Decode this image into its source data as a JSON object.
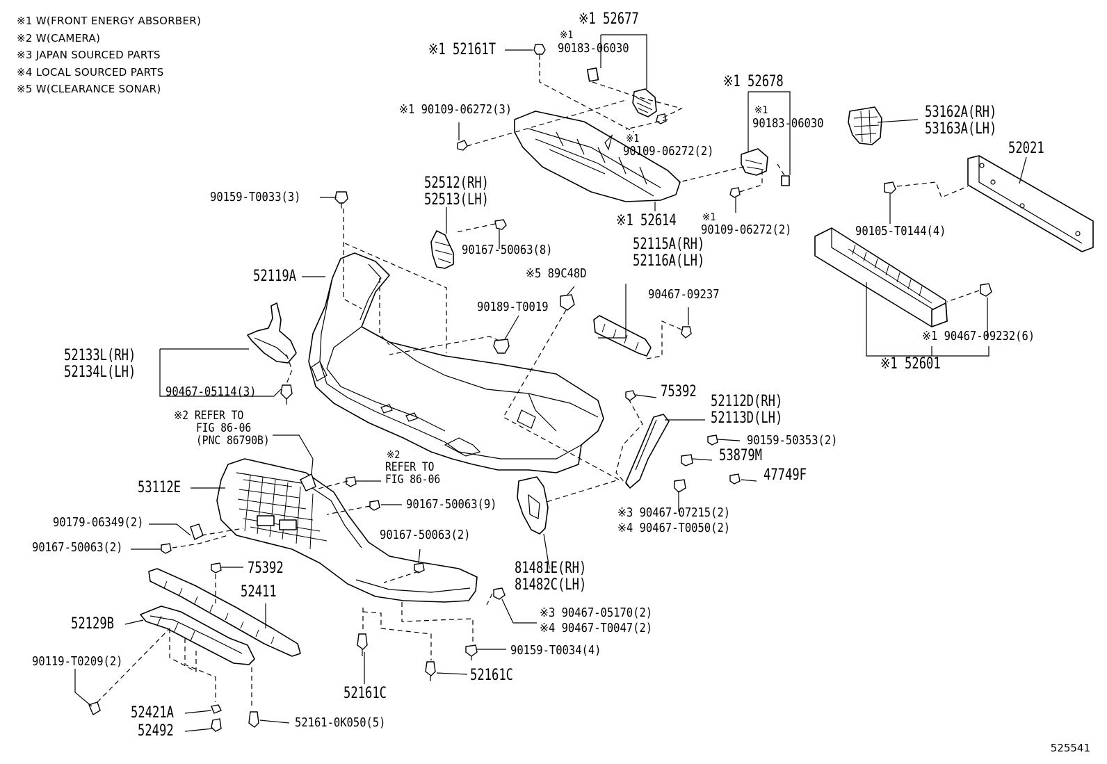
{
  "notes": [
    "※1 W(FRONT ENERGY ABSORBER)",
    "※2 W(CAMERA)",
    "※3 JAPAN SOURCED PARTS",
    "※4 LOCAL SOURCED PARTS",
    "※5 W(CLEARANCE SONAR)"
  ],
  "labels": {
    "p52677": "※1 52677",
    "p52161T": "※1 52161T",
    "pre90183a": "※1",
    "p90183a": "90183-06030",
    "p90109a": "※1 90109-06272(3)",
    "pre90109b": "※1",
    "p90109b": "90109-06272(2)",
    "p52678": "※1 52678",
    "pre90183b": "※1",
    "p90183b": "90183-06030",
    "pre90109c": "※1",
    "p90109c": "90109-06272(2)",
    "p52614": "※1 52614",
    "p53162A": "53162A(RH)",
    "p53163A": "53163A(LH)",
    "p52021": "52021",
    "p90105": "90105-T0144(4)",
    "p90467_09232": "※1 90467-09232(6)",
    "p52601": "※1 52601",
    "p90159_T0033": "90159-T0033(3)",
    "p52512": "52512(RH)",
    "p52513": "52513(LH)",
    "p90167_8": "90167-50063(8)",
    "p52115A": "52115A(RH)",
    "p52116A": "52116A(LH)",
    "p90467_09237": "90467-09237",
    "p52119A": "52119A",
    "p89C48D": "※5 89C48D",
    "p90189": "90189-T0019",
    "p52133L": "52133L(RH)",
    "p52134L": "52134L(LH)",
    "p90467_05114": "90467-05114(3)",
    "p75392a": "75392",
    "p52112D": "52112D(RH)",
    "p52113D": "52113D(LH)",
    "p90159_50353": "90159-50353(2)",
    "p53879M": "53879M",
    "p47749F": "47749F",
    "ref1a": "※2 REFER TO",
    "ref1b": "FIG 86-06",
    "ref1c": "(PNC 86790B)",
    "ref2a": "※2",
    "ref2b": "REFER TO",
    "ref2c": "FIG 86-06",
    "p53112E": "53112E",
    "p90167_9": "90167-50063(9)",
    "p90179": "90179-06349(2)",
    "p90167_2a": "90167-50063(2)",
    "p90167_2b": "90167-50063(2)",
    "p90467_07215": "※3 90467-07215(2)",
    "p90467_T0050": "※4 90467-T0050(2)",
    "p81481E": "81481E(RH)",
    "p81482C": "81482C(LH)",
    "p75392b": "75392",
    "p52411": "52411",
    "p52129B": "52129B",
    "p90467_05170": "※3 90467-05170(2)",
    "p90467_T0047": "※4 90467-T0047(2)",
    "p90159_T0034": "90159-T0034(4)",
    "p90119": "90119-T0209(2)",
    "p52161Ca": "52161C",
    "p52161Cb": "52161C",
    "p52421A": "52421A",
    "p52492": "52492",
    "p52161_0K050": "52161-0K050(5)"
  },
  "figure_number": "525541"
}
